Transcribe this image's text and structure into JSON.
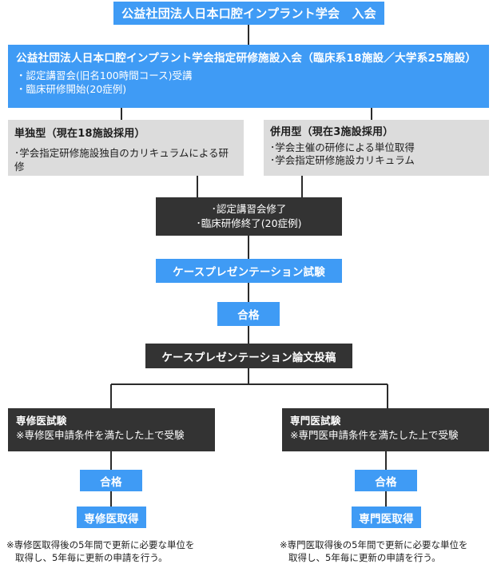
{
  "diagram": {
    "title_top": "公益社団法人日本口腔インプラント学会　入会",
    "facility_box": {
      "heading": "公益社団法人日本口腔インプラント学会指定研修施設入会（臨床系18施設／大学系25施設）",
      "bullets": [
        "・認定講習会(旧名100時間コース)受講",
        "・臨床研修開始(20症例)"
      ]
    },
    "type_single": {
      "heading": "単独型（現在18施設採用）",
      "bullets": [
        "･学会指定研修施設独自のカリキュラムによる研修"
      ]
    },
    "type_combined": {
      "heading": "併用型（現在3施設採用）",
      "bullets": [
        "･学会主催の研修による単位取得",
        "･学会指定研修施設カリキュラム"
      ]
    },
    "completion": {
      "bullets": [
        "･認定講習会修了",
        "･臨床研修終了(20症例)"
      ]
    },
    "case_presentation_exam": "ケースプレゼンテーション試験",
    "pass_mid": "合格",
    "case_presentation_paper": "ケースプレゼンテーション論文投稿",
    "exam_senshui": {
      "heading": "専修医試験",
      "note": "※専修医申請条件を満たした上で受験"
    },
    "exam_senmoni": {
      "heading": "専門医試験",
      "note": "※専門医申請条件を満たした上で受験"
    },
    "pass_left": "合格",
    "pass_right": "合格",
    "acquire_left": "専修医取得",
    "acquire_right": "専門医取得",
    "footnote_left": {
      "line1": "※専修医取得後の5年間で更新に必要な単位を",
      "line2": "取得し、5年毎に更新の申請を行う。"
    },
    "footnote_right": {
      "line1": "※専門医取得後の5年間で更新に必要な単位を",
      "line2": "取得し、5年毎に更新の申請を行う。"
    },
    "colors": {
      "blue": "#3f9bf5",
      "gray": "#dcdcdc",
      "dark": "#333333",
      "line": "#2b2b2b",
      "text_light": "#ffffff",
      "text_dark": "#1d1d1d"
    }
  }
}
